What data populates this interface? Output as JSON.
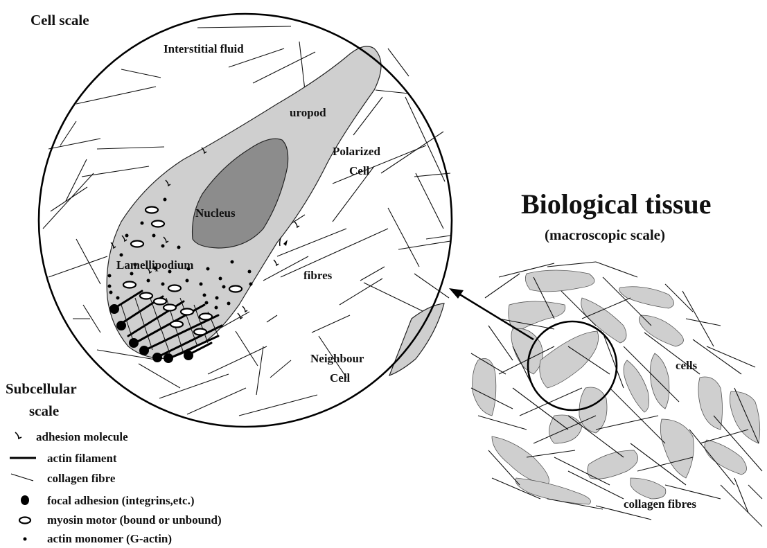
{
  "labels": {
    "cell_scale": "Cell scale",
    "interstitial_fluid": "Interstitial fluid",
    "uropod": "uropod",
    "polarized_line1": "Polarized",
    "polarized_line2": "Cell",
    "nucleus": "Nucleus",
    "lamellipodium": "Lamellipodium",
    "fibres": "fibres",
    "neighbour_line1": "Neighbour",
    "neighbour_line2": "Cell",
    "biological_tissue": "Biological tissue",
    "macroscopic_scale": "(macroscopic scale)",
    "cells": "cells",
    "collagen_fibres": "collagen fibres",
    "subcellular_line1": "Subcellular",
    "subcellular_line2": "scale"
  },
  "legend": [
    {
      "icon": "adhesion-molecule-icon",
      "label": "adhesion molecule"
    },
    {
      "icon": "actin-filament-icon",
      "label": "actin filament"
    },
    {
      "icon": "collagen-fibre-icon",
      "label": "collagen fibre"
    },
    {
      "icon": "focal-adhesion-icon",
      "label": "focal adhesion (integrins,etc.)"
    },
    {
      "icon": "myosin-motor-icon",
      "label": "myosin motor (bound or unbound)"
    },
    {
      "icon": "actin-monomer-icon",
      "label": "actin monomer (G-actin)"
    }
  ],
  "colors": {
    "cell_fill": "#cfcfcf",
    "nucleus_fill": "#8c8c8c",
    "ink": "#111111"
  }
}
